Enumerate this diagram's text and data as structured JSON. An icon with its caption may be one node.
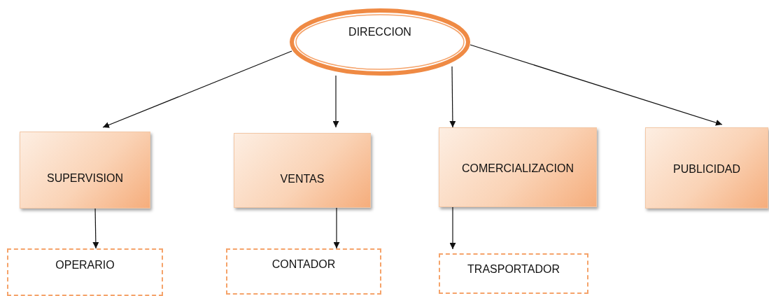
{
  "diagram": {
    "nodes": [
      {
        "text": [
          "DIRECCION"
        ]
      },
      {
        "text": [
          "SUPERVISION"
        ]
      },
      {
        "text": [
          "VENTAS"
        ]
      },
      {
        "text": [
          "COMERCIALIZACION"
        ]
      },
      {
        "text": [
          "PUBLICIDAD"
        ]
      },
      {
        "text": [
          "OPERARIO"
        ]
      },
      {
        "text": [
          "CONTADOR"
        ]
      },
      {
        "text": [
          "TRASPORTADOR"
        ]
      }
    ],
    "edges": [
      {
        "from": 0,
        "to": 1,
        "arrow": "to"
      },
      {
        "from": 0,
        "to": 2,
        "arrow": "to"
      },
      {
        "from": 0,
        "to": 3,
        "arrow": "to"
      },
      {
        "from": 0,
        "to": 4,
        "arrow": "to"
      },
      {
        "from": 1,
        "to": 5,
        "arrow": "to"
      },
      {
        "from": 2,
        "to": 6,
        "arrow": "to"
      },
      {
        "from": 3,
        "to": 7,
        "arrow": "to"
      }
    ]
  }
}
